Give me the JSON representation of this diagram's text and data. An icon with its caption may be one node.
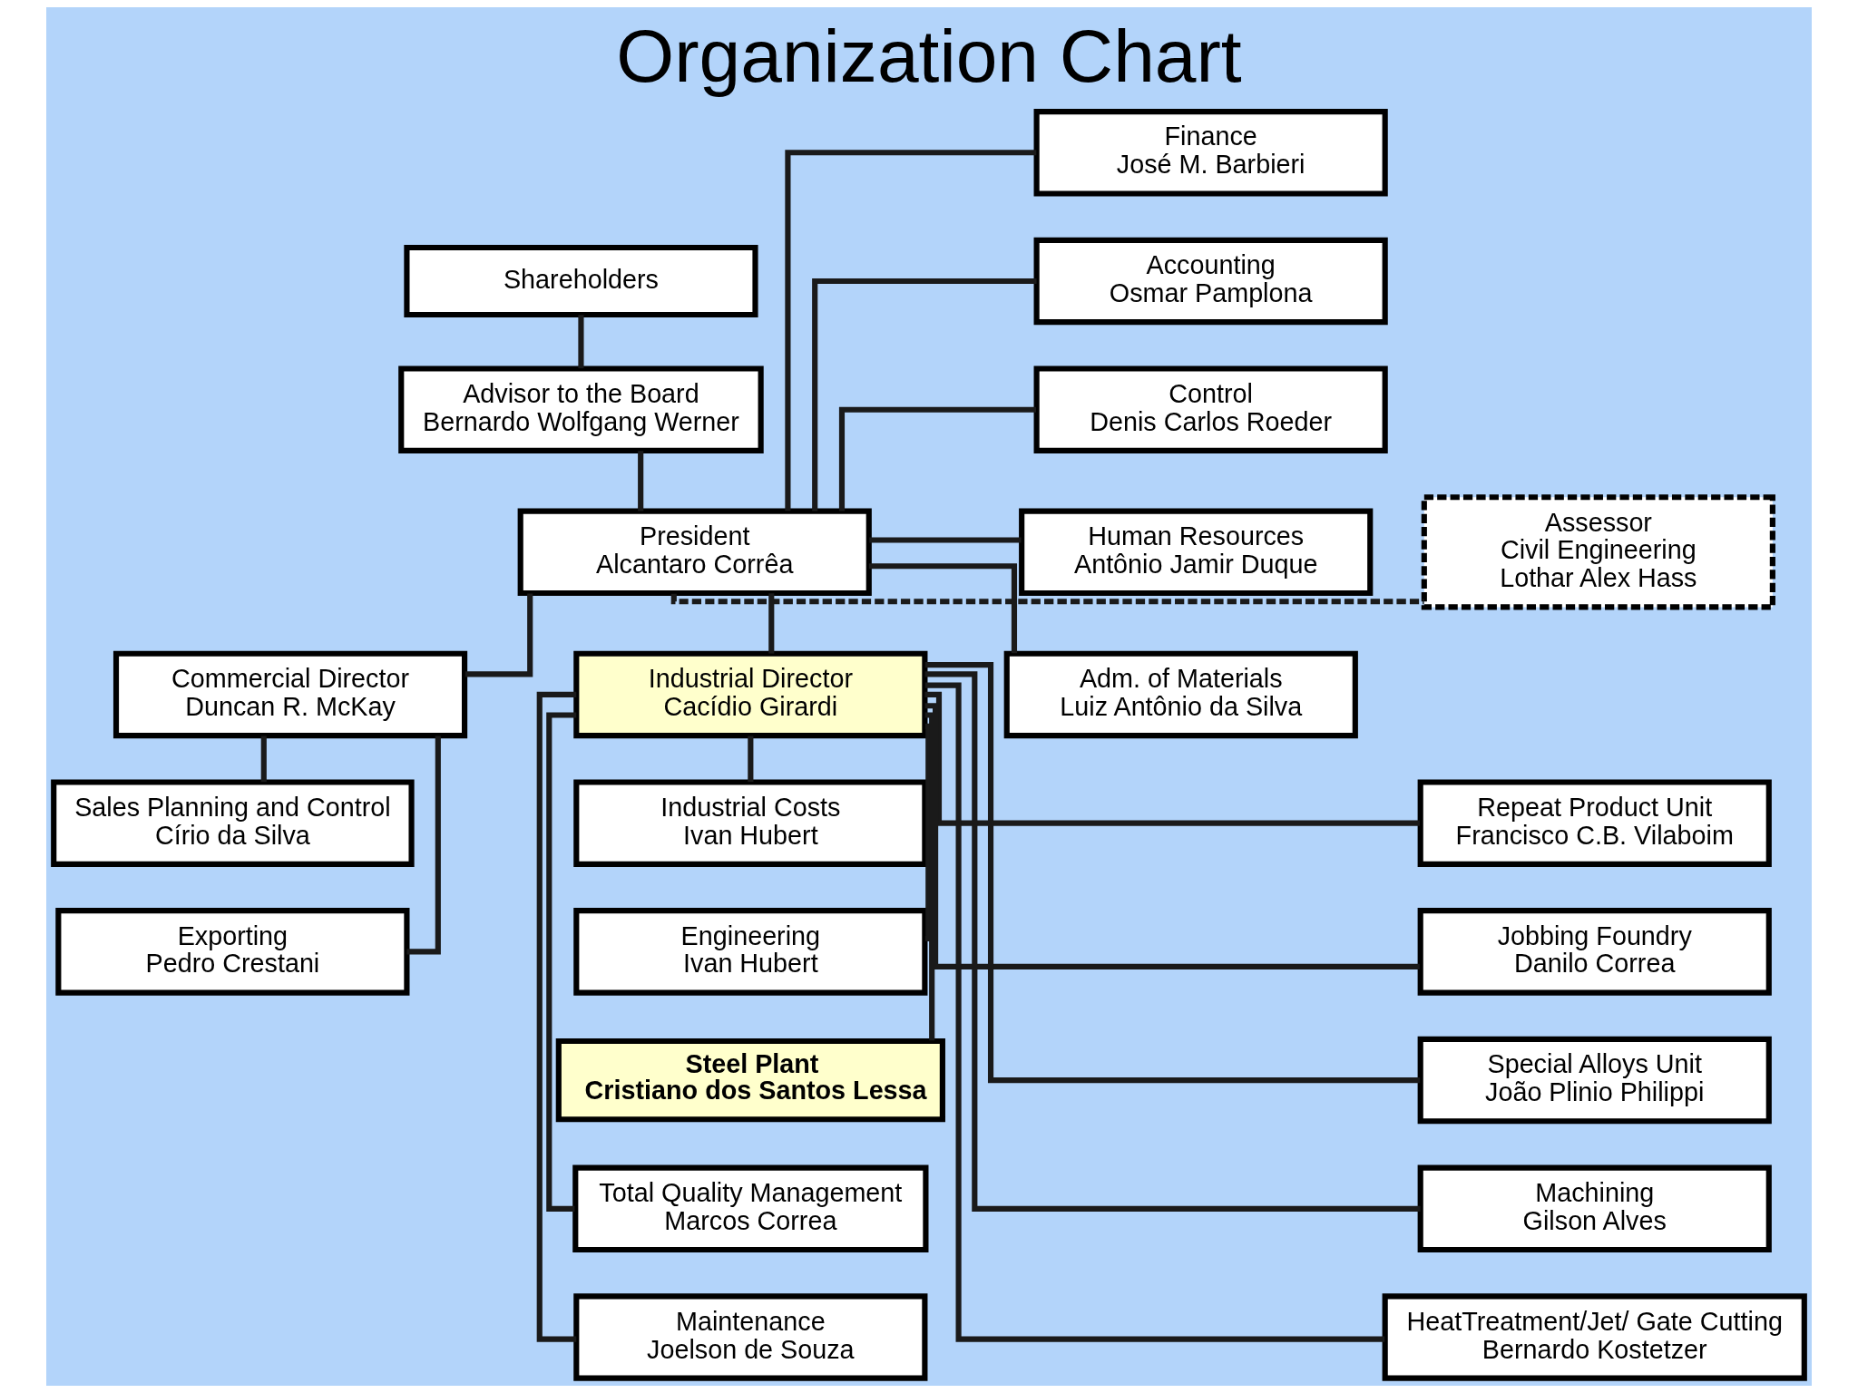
{
  "diagram": {
    "title": "Organization Chart",
    "nodes": [
      {
        "text": [
          "Shareholders"
        ]
      },
      {
        "text": [
          "Advisor to the Board",
          "Bernardo Wolfgang Werner"
        ]
      },
      {
        "text": [
          "President",
          "Alcantaro Corrêa"
        ]
      },
      {
        "text": [
          "Assessor",
          "Civil Engineering",
          "Lothar Alex Hass"
        ]
      },
      {
        "text": [
          "Commercial Director",
          "Duncan R. McKay"
        ]
      },
      {
        "text": [
          "Industrial Director",
          "Cacídio Girardi"
        ]
      },
      {
        "text": [
          "Sales Planning and Control",
          "Círio da Silva"
        ]
      },
      {
        "text": [
          "Exporting",
          "Pedro Crestani"
        ]
      },
      {
        "text": [
          "Finance",
          "José M. Barbieri"
        ]
      },
      {
        "text": [
          "Accounting",
          "Osmar Pamplona"
        ]
      },
      {
        "text": [
          "Control",
          "Denis Carlos Roeder"
        ]
      },
      {
        "text": [
          "Human Resources",
          "Antônio Jamir Duque"
        ]
      },
      {
        "text": [
          "Adm. of Materials",
          "Luiz Antônio da Silva"
        ]
      },
      {
        "text": [
          "Industrial Costs",
          "Ivan Hubert"
        ]
      },
      {
        "text": [
          "Engineering",
          "Ivan Hubert"
        ]
      },
      {
        "text": [
          "Steel Plant",
          "Cristiano dos Santos Lessa"
        ]
      },
      {
        "text": [
          "Total Quality Management",
          "Marcos Correa"
        ]
      },
      {
        "text": [
          "Maintenance",
          "Joelson de Souza"
        ]
      },
      {
        "text": [
          "Repeat Product Unit",
          "Francisco C.B. Vilaboim"
        ]
      },
      {
        "text": [
          "Jobbing Foundry",
          "Danilo Correa"
        ]
      },
      {
        "text": [
          "Special Alloys Unit",
          "João Plinio Philippi"
        ]
      },
      {
        "text": [
          "Machining",
          "Gilson Alves"
        ]
      },
      {
        "text": [
          "HeatTreatment/Jet/ Gate Cutting",
          "Bernardo Kostetzer"
        ]
      }
    ],
    "edges": [
      {
        "from": 0,
        "to": 1,
        "arrow": "none"
      },
      {
        "from": 1,
        "to": 2,
        "arrow": "none"
      },
      {
        "from": 2,
        "to": 3,
        "arrow": "none",
        "style": "dashed"
      },
      {
        "from": 2,
        "to": 4,
        "arrow": "none"
      },
      {
        "from": 2,
        "to": 5,
        "arrow": "none"
      },
      {
        "from": 2,
        "to": 8,
        "arrow": "none"
      },
      {
        "from": 2,
        "to": 9,
        "arrow": "none"
      },
      {
        "from": 2,
        "to": 10,
        "arrow": "none"
      },
      {
        "from": 2,
        "to": 11,
        "arrow": "none"
      },
      {
        "from": 2,
        "to": 12,
        "arrow": "none"
      },
      {
        "from": 4,
        "to": 6,
        "arrow": "none"
      },
      {
        "from": 4,
        "to": 7,
        "arrow": "none"
      },
      {
        "from": 5,
        "to": 13,
        "arrow": "none"
      },
      {
        "from": 5,
        "to": 14,
        "arrow": "none"
      },
      {
        "from": 5,
        "to": 15,
        "arrow": "none"
      },
      {
        "from": 5,
        "to": 16,
        "arrow": "none"
      },
      {
        "from": 5,
        "to": 17,
        "arrow": "none"
      },
      {
        "from": 5,
        "to": 18,
        "arrow": "none"
      },
      {
        "from": 5,
        "to": 19,
        "arrow": "none"
      },
      {
        "from": 5,
        "to": 20,
        "arrow": "none"
      },
      {
        "from": 5,
        "to": 21,
        "arrow": "none"
      },
      {
        "from": 5,
        "to": 22,
        "arrow": "none"
      }
    ]
  }
}
